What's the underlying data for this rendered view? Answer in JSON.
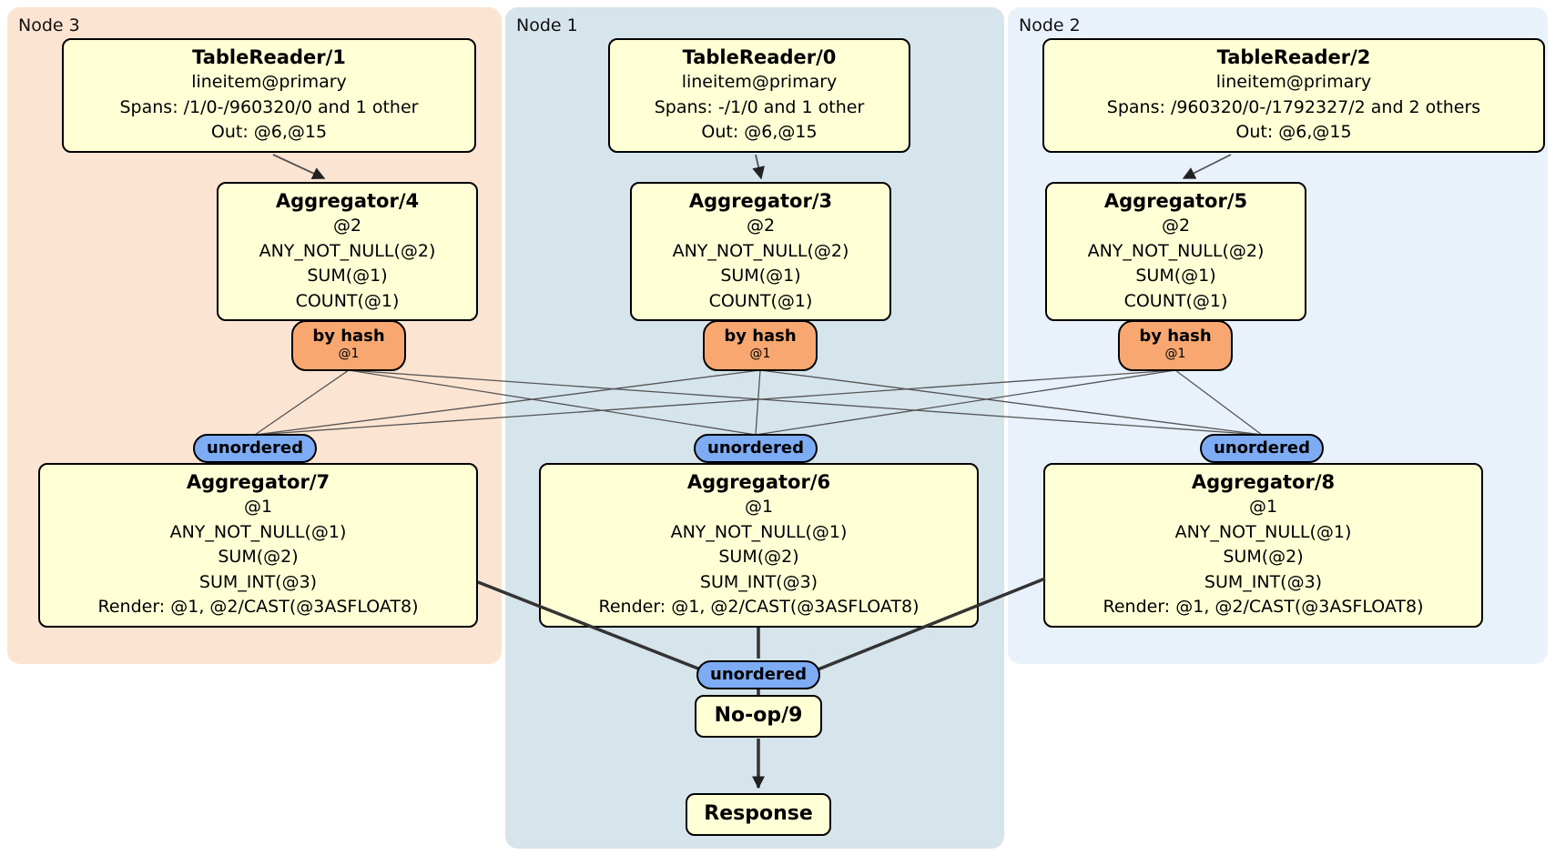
{
  "groups": {
    "node3": {
      "label": "Node 3"
    },
    "node1": {
      "label": "Node 1"
    },
    "node2": {
      "label": "Node 2"
    }
  },
  "procs": {
    "tr1": {
      "title": "TableReader/1",
      "lines": [
        "lineitem@primary",
        "Spans: /1/0-/960320/0 and 1 other",
        "Out: @6,@15"
      ]
    },
    "tr0": {
      "title": "TableReader/0",
      "lines": [
        "lineitem@primary",
        "Spans: -/1/0 and 1 other",
        "Out: @6,@15"
      ]
    },
    "tr2": {
      "title": "TableReader/2",
      "lines": [
        "lineitem@primary",
        "Spans: /960320/0-/1792327/2 and 2 others",
        "Out: @6,@15"
      ]
    },
    "agg4": {
      "title": "Aggregator/4",
      "lines": [
        "@2",
        "ANY_NOT_NULL(@2)",
        "SUM(@1)",
        "COUNT(@1)"
      ]
    },
    "agg3": {
      "title": "Aggregator/3",
      "lines": [
        "@2",
        "ANY_NOT_NULL(@2)",
        "SUM(@1)",
        "COUNT(@1)"
      ]
    },
    "agg5": {
      "title": "Aggregator/5",
      "lines": [
        "@2",
        "ANY_NOT_NULL(@2)",
        "SUM(@1)",
        "COUNT(@1)"
      ]
    },
    "agg7": {
      "title": "Aggregator/7",
      "lines": [
        "@1",
        "ANY_NOT_NULL(@1)",
        "SUM(@2)",
        "SUM_INT(@3)",
        "Render: @1, @2/CAST(@3ASFLOAT8)"
      ]
    },
    "agg6": {
      "title": "Aggregator/6",
      "lines": [
        "@1",
        "ANY_NOT_NULL(@1)",
        "SUM(@2)",
        "SUM_INT(@3)",
        "Render: @1, @2/CAST(@3ASFLOAT8)"
      ]
    },
    "agg8": {
      "title": "Aggregator/8",
      "lines": [
        "@1",
        "ANY_NOT_NULL(@1)",
        "SUM(@2)",
        "SUM_INT(@3)",
        "Render: @1, @2/CAST(@3ASFLOAT8)"
      ]
    },
    "noop": {
      "title": "No-op/9"
    },
    "response": {
      "title": "Response"
    }
  },
  "routers": {
    "by_hash": {
      "label": "by hash",
      "detail": "@1"
    },
    "unordered": {
      "label": "unordered"
    }
  },
  "colors": {
    "group-node3-bg": "#fce4d3",
    "group-node1-bg": "#d6e4ec",
    "group-node2-bg": "#e9f1fb",
    "box-bg": "#ffffd6",
    "box-border": "#000000",
    "byhash-bg": "#f7a76f",
    "unordered-bg": "#7dacf4",
    "edge-thin": "#555555",
    "edge-thick": "#333333"
  }
}
